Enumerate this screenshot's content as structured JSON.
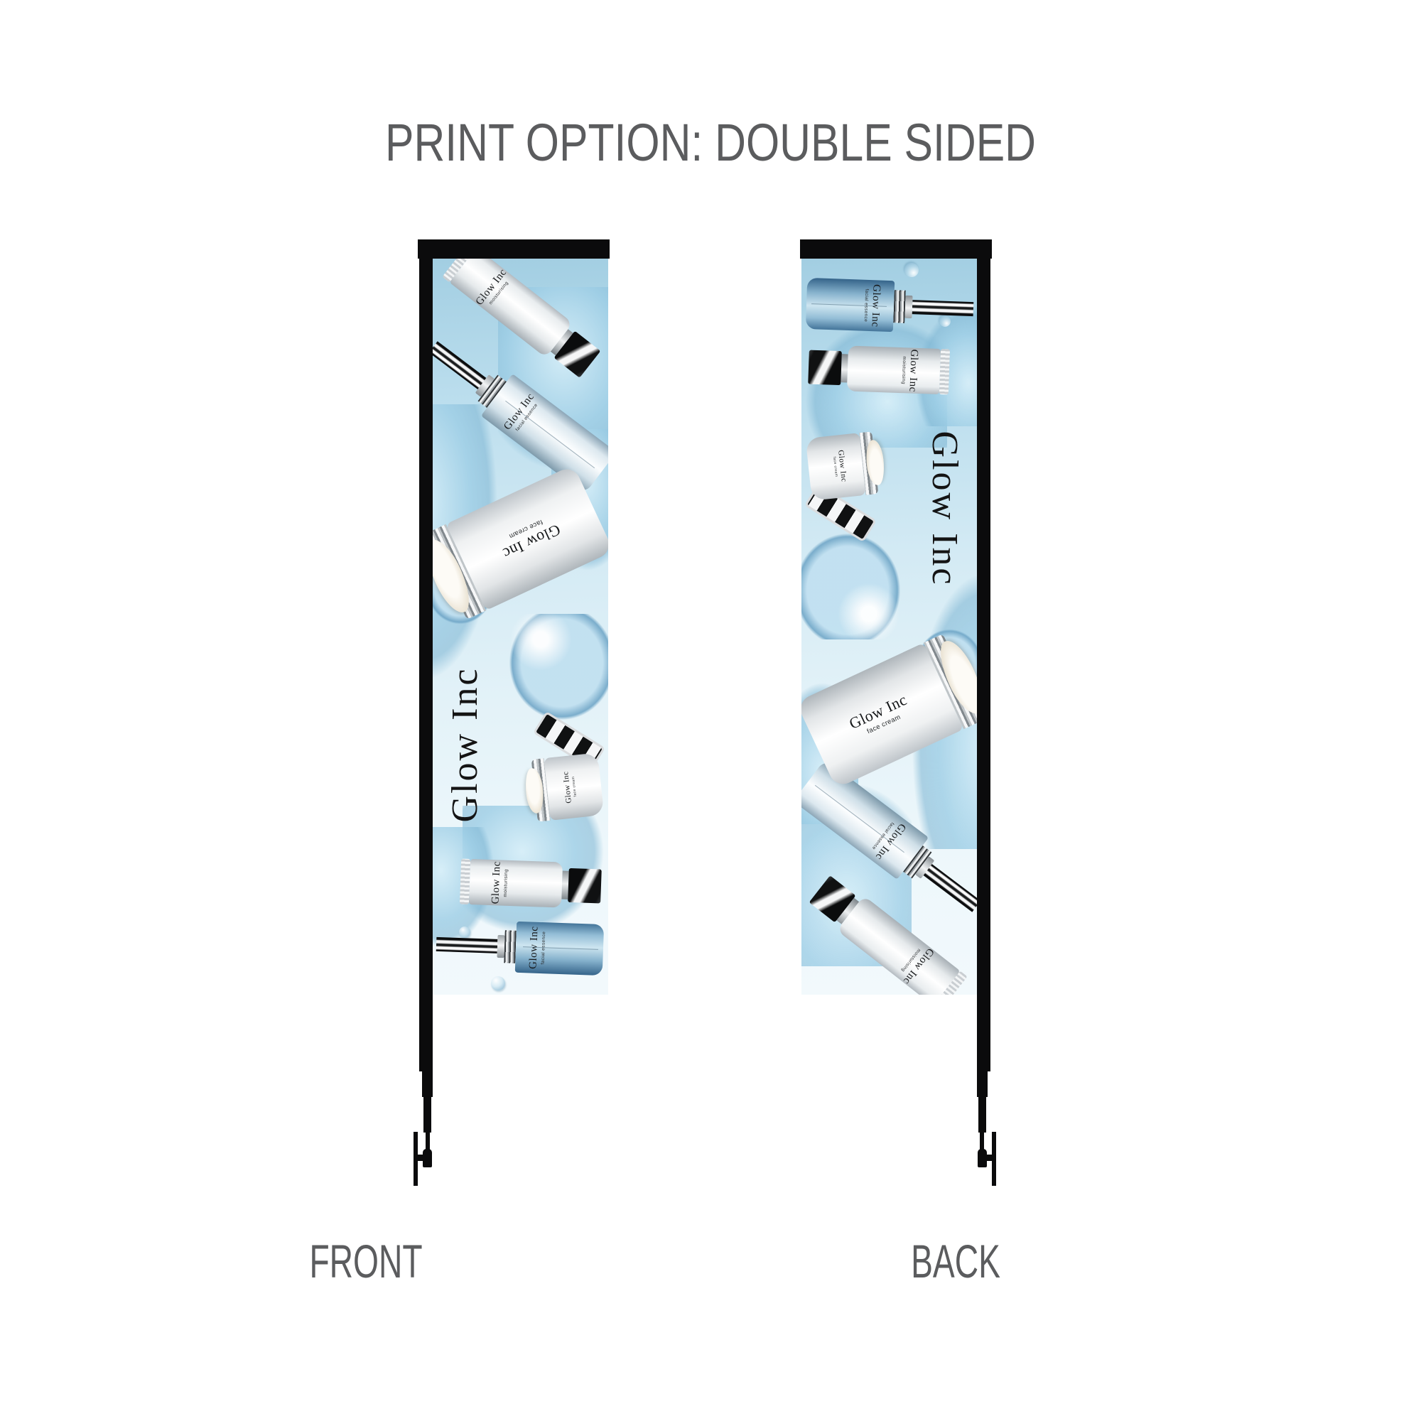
{
  "title": "PRINT OPTION: DOUBLE SIDED",
  "sides": {
    "front_label": "FRONT",
    "back_label": "BACK"
  },
  "brand": "Glow Inc",
  "products": {
    "tube": {
      "brand": "Glow Inc",
      "type": "moisturising"
    },
    "essence": {
      "brand": "Glow Inc",
      "type": "facial essence"
    },
    "cream": {
      "brand": "Glow Inc",
      "type": "face cream"
    }
  },
  "colors": {
    "banner_blue_top": "#a2cee2",
    "banner_blue_bottom": "#f2f9fc",
    "pole_black": "#0b0b0c",
    "caption_gray": "#5b5c5e"
  }
}
